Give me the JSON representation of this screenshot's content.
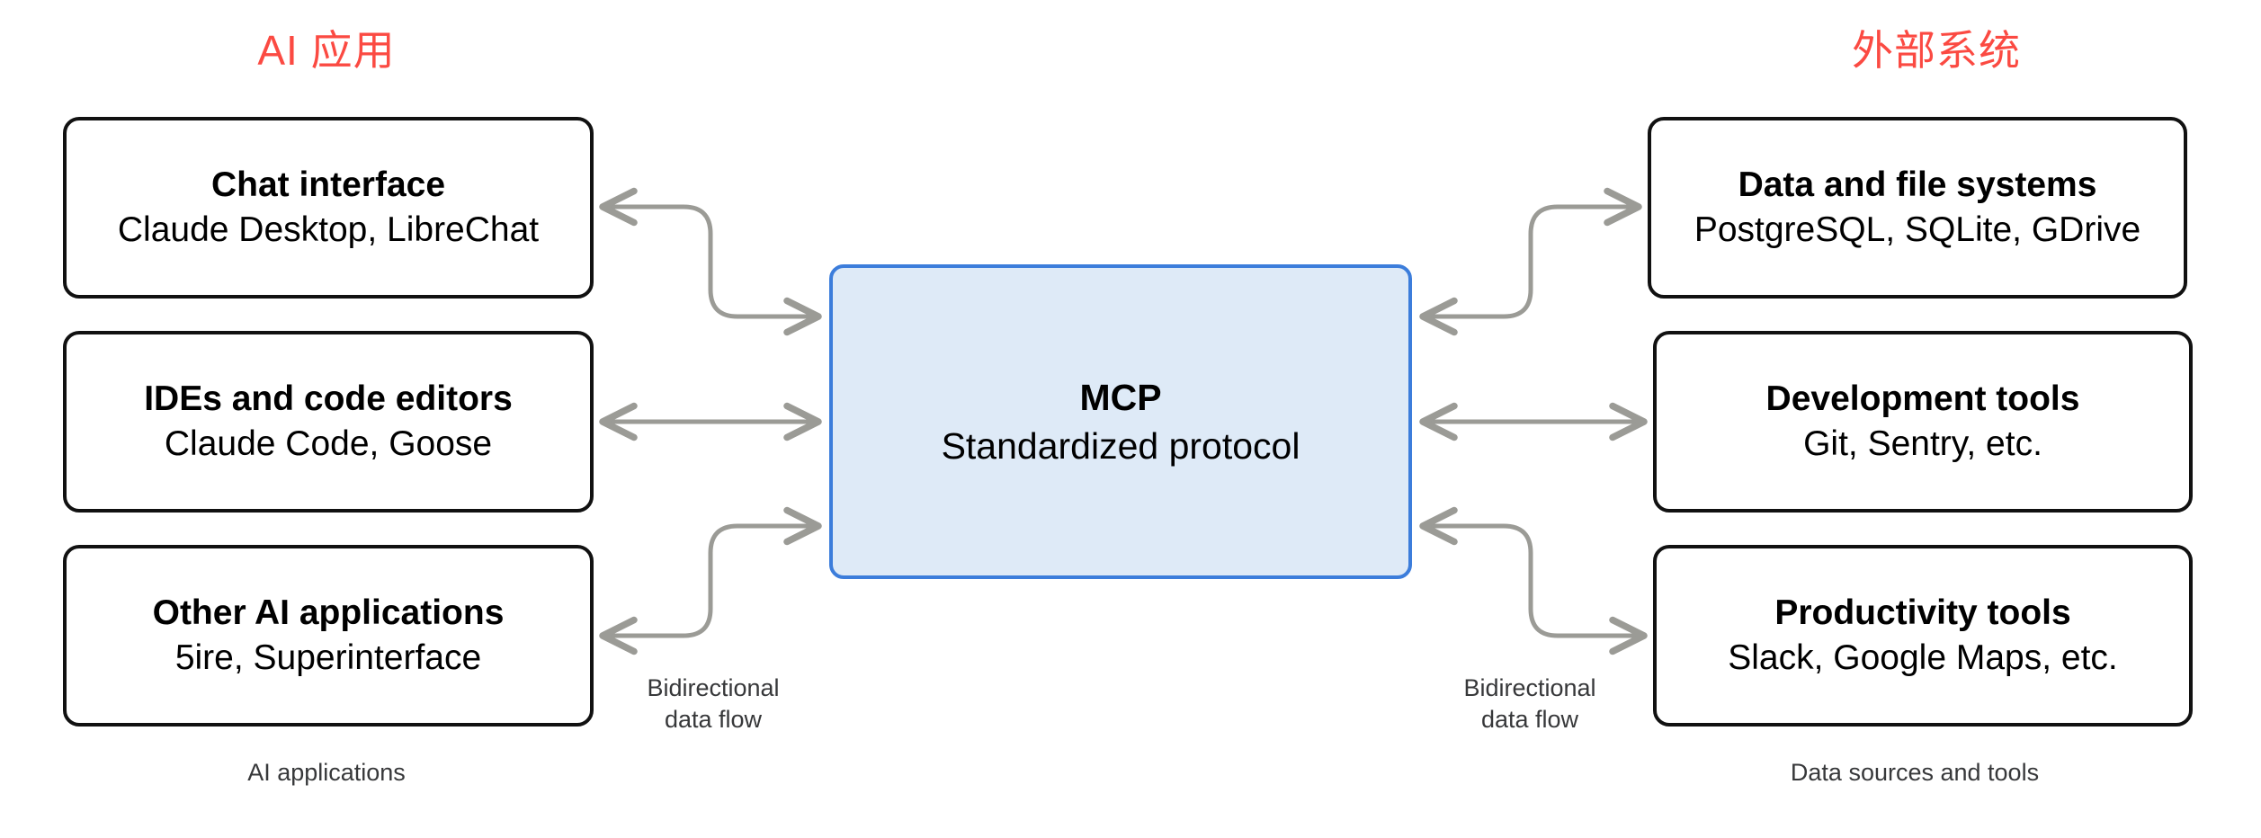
{
  "headings": {
    "left": "AI 应用",
    "right": "外部系统",
    "accent_color": "#fb4a42"
  },
  "center": {
    "title": "MCP",
    "subtitle": "Standardized protocol",
    "fill_color": "#deeaf7",
    "border_color": "#3c7ddb"
  },
  "left_nodes": [
    {
      "title": "Chat interface",
      "subtitle": "Claude Desktop, LibreChat"
    },
    {
      "title": "IDEs and code editors",
      "subtitle": "Claude Code, Goose"
    },
    {
      "title": "Other AI applications",
      "subtitle": "5ire, Superinterface"
    }
  ],
  "right_nodes": [
    {
      "title": "Data and file systems",
      "subtitle": "PostgreSQL, SQLite, GDrive"
    },
    {
      "title": "Development tools",
      "subtitle": "Git, Sentry, etc."
    },
    {
      "title": "Productivity tools",
      "subtitle": "Slack, Google Maps, etc."
    }
  ],
  "flow_labels": {
    "left_line1": "Bidirectional",
    "left_line2": "data flow",
    "right_line1": "Bidirectional",
    "right_line2": "data flow"
  },
  "captions": {
    "left": "AI applications",
    "right": "Data sources and tools"
  },
  "connectors": {
    "stroke_color": "#9b9b96",
    "stroke_width": 5,
    "style": "elbow-and-straight double-headed arrows"
  }
}
